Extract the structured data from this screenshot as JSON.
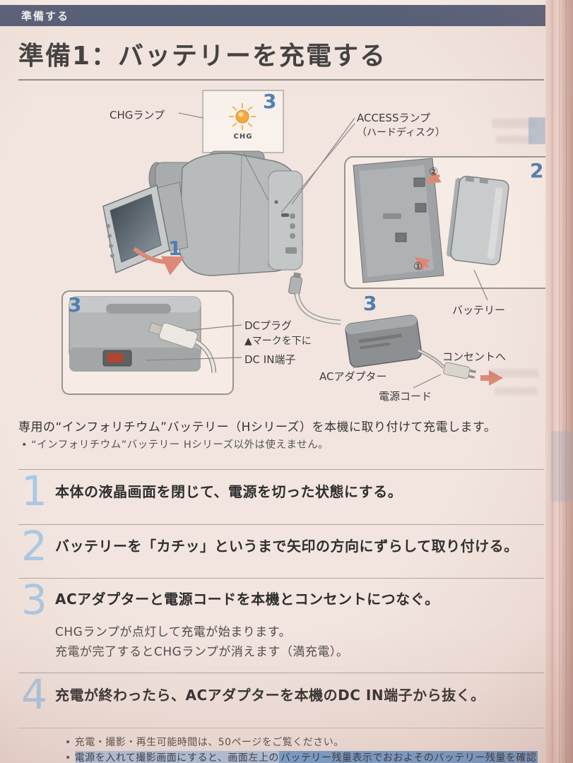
{
  "page": {
    "header_tab": "準備する",
    "title": "準備1：バッテリーを充電する"
  },
  "marks": {
    "bullet": "•"
  },
  "diagram": {
    "chg_lamp_label": "CHGランプ",
    "chg_badge": "CHG",
    "access_lamp_label": "ACCESSランプ",
    "access_lamp_sub": "（ハードディスク）",
    "battery_label": "バッテリー",
    "dc_plug_label": "DCプラグ",
    "dc_plug_sub": "▲マークを下に",
    "dc_in_label": "DC IN端子",
    "ac_adapter_label": "ACアダプター",
    "power_cord_label": "電源コード",
    "outlet_label": "コンセントへ",
    "callout_1": "1",
    "callout_2": "2",
    "callout_3": "3",
    "circled_1": "①",
    "circled_2": "②"
  },
  "intro": {
    "lead": "専用の“インフォリチウム”バッテリー（Hシリーズ）を本機に取り付けて充電します。",
    "bullet": "“インフォリチウム”バッテリー Hシリーズ以外は使えません。"
  },
  "steps": [
    {
      "num": "1",
      "text": "本体の液晶画面を閉じて、電源を切った状態にする。"
    },
    {
      "num": "2",
      "text": "バッテリーを「カチッ」というまで矢印の方向にずらして取り付ける。"
    },
    {
      "num": "3",
      "text": "ACアダプターと電源コードを本機とコンセントにつなぐ。",
      "sub1": "CHGランプが点灯して充電が始まります。",
      "sub2": "充電が完了するとCHGランプが消えます（満充電）。"
    },
    {
      "num": "4",
      "text": "充電が終わったら、ACアダプターを本機のDC IN端子から抜く。"
    }
  ],
  "notes": {
    "bullet1": "充電・撮影・再生可能時間は、50ページをご覧ください。",
    "bullet2_plain": "電源を入れて撮影画面にすると、画面左上の",
    "bullet2_highlight": "バッテリー残量表示でおおよそのバッテリー残量を確認"
  }
}
